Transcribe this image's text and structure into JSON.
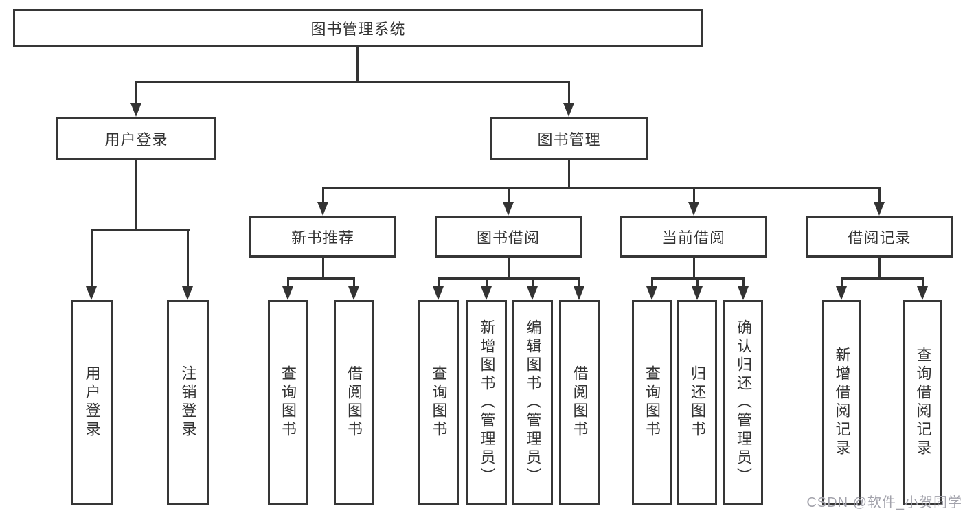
{
  "diagram": {
    "root": {
      "label": "图书管理系统"
    },
    "level2": [
      {
        "label": "用户登录",
        "children": [
          {
            "label": "用户登录"
          },
          {
            "label": "注销登录"
          }
        ]
      },
      {
        "label": "图书管理"
      }
    ],
    "level3": [
      {
        "label": "新书推荐",
        "children": [
          {
            "label": "查询图书"
          },
          {
            "label": "借阅图书"
          }
        ]
      },
      {
        "label": "图书借阅",
        "children": [
          {
            "label": "查询图书"
          },
          {
            "label": "新增图书（管理员）"
          },
          {
            "label": "编辑图书（管理员）"
          },
          {
            "label": "借阅图书"
          }
        ]
      },
      {
        "label": "当前借阅",
        "children": [
          {
            "label": "查询图书"
          },
          {
            "label": "归还图书"
          },
          {
            "label": "确认归还（管理员）"
          }
        ]
      },
      {
        "label": "借阅记录",
        "children": [
          {
            "label": "新增借阅记录"
          },
          {
            "label": "查询借阅记录"
          }
        ]
      }
    ]
  },
  "watermark": {
    "text": "CSDN @软件_小贺同学"
  },
  "colors": {
    "line": "#333333",
    "box_border": "#363636",
    "text": "#333333",
    "watermark": "#a2a2ab",
    "background": "#ffffff"
  }
}
